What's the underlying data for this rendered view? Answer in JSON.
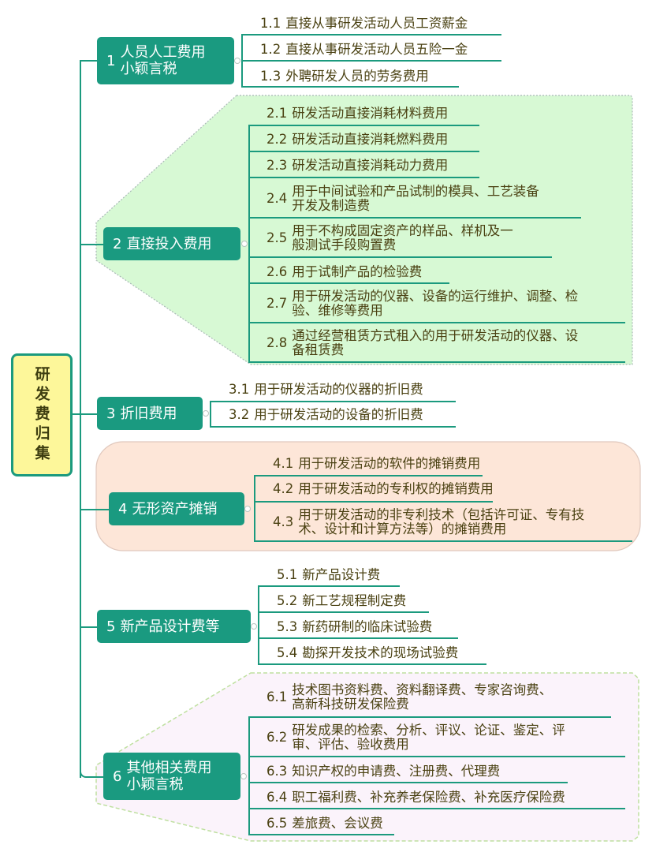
{
  "root": {
    "label": "研发费归集"
  },
  "colors": {
    "branch_bg": "#1a9a80",
    "line": "#1b9a7e",
    "root_bg": "#fdf79a",
    "boundary2_bg": "#d7f9d4",
    "boundary4_bg": "#fde6d8",
    "boundary6_bg": "#fbf3fb",
    "leaf_text": "#4a4112"
  },
  "branches": [
    {
      "num": "1",
      "line1": "人员人工费用",
      "line2": "小颖言税",
      "items": [
        {
          "num": "1.1",
          "text": "直接从事研发活动人员工资薪金"
        },
        {
          "num": "1.2",
          "text": "直接从事研发活动人员五险一金"
        },
        {
          "num": "1.3",
          "text": "外聘研发人员的劳务费用"
        }
      ]
    },
    {
      "num": "2",
      "line1": "直接投入费用",
      "items": [
        {
          "num": "2.1",
          "text": "研发活动直接消耗材料费用"
        },
        {
          "num": "2.2",
          "text": "研发活动直接消耗燃料费用"
        },
        {
          "num": "2.3",
          "text": "研发活动直接消耗动力费用"
        },
        {
          "num": "2.4",
          "line1": "用于中间试验和产品试制的模具、工艺装备",
          "line2": "开发及制造费"
        },
        {
          "num": "2.5",
          "line1": "用于不构成固定资产的样品、样机及一",
          "line2": "般测试手段购置费"
        },
        {
          "num": "2.6",
          "text": "用于试制产品的检验费"
        },
        {
          "num": "2.7",
          "line1": "用于研发活动的仪器、设备的运行维护、调整、检",
          "line2": "验、维修等费用"
        },
        {
          "num": "2.8",
          "line1": "通过经营租赁方式租入的用于研发活动的仪器、设",
          "line2": "备租赁费"
        }
      ]
    },
    {
      "num": "3",
      "line1": "折旧费用",
      "items": [
        {
          "num": "3.1",
          "text": "用于研发活动的仪器的折旧费"
        },
        {
          "num": "3.2",
          "text": "用于研发活动的设备的折旧费"
        }
      ]
    },
    {
      "num": "4",
      "line1": "无形资产摊销",
      "items": [
        {
          "num": "4.1",
          "text": "用于研发活动的软件的摊销费用"
        },
        {
          "num": "4.2",
          "text": "用于研发活动的专利权的摊销费用"
        },
        {
          "num": "4.3",
          "line1": "用于研发活动的非专利技术（包括许可证、专有技",
          "line2": "术、设计和计算方法等）的摊销费用"
        }
      ]
    },
    {
      "num": "5",
      "line1": "新产品设计费等",
      "items": [
        {
          "num": "5.1",
          "text": "新产品设计费"
        },
        {
          "num": "5.2",
          "text": "新工艺规程制定费"
        },
        {
          "num": "5.3",
          "text": "新药研制的临床试验费"
        },
        {
          "num": "5.4",
          "text": "勘探开发技术的现场试验费"
        }
      ]
    },
    {
      "num": "6",
      "line1": "其他相关费用",
      "line2": "小颖言税",
      "items": [
        {
          "num": "6.1",
          "line1": "技术图书资料费、资料翻译费、专家咨询费、",
          "line2": "高新科技研发保险费"
        },
        {
          "num": "6.2",
          "line1": "研发成果的检索、分析、评议、论证、鉴定、评",
          "line2": "审、评估、验收费用"
        },
        {
          "num": "6.3",
          "text": "知识产权的申请费、注册费、代理费"
        },
        {
          "num": "6.4",
          "text": "职工福利费、补充养老保险费、补充医疗保险费"
        },
        {
          "num": "6.5",
          "text": "差旅费、会议费"
        }
      ]
    }
  ]
}
